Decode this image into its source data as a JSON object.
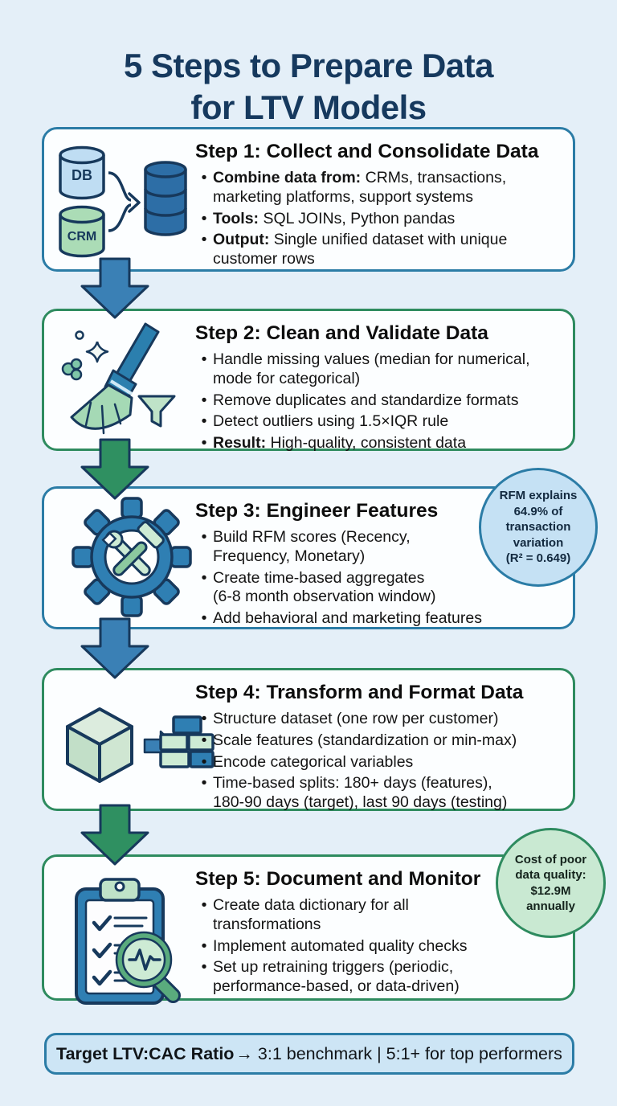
{
  "ui": {
    "bullet_char": "•"
  },
  "page": {
    "title": "5 Steps to Prepare Data\nfor LTV Models"
  },
  "colors": {
    "background": "#e4eff8",
    "box_fill": "#fcfeff",
    "blue_accent": "#2b7ca6",
    "green_accent": "#2e8b5f",
    "blue_arrow": "#3a80b5",
    "green_arrow": "#2f9061",
    "title_navy": "#16395e",
    "callout_blue_fill": "#c5e1f4",
    "callout_green_fill": "#c9e9d2",
    "footer_fill": "#cde5f5"
  },
  "steps": [
    {
      "title": "Step 1: Collect and Consolidate Data",
      "accent": "blue",
      "icon": "databases-merge",
      "icon_labels": {
        "db": "DB",
        "crm": "CRM"
      },
      "bullets": [
        {
          "bold": "Combine data from:",
          "rest": " CRMs, transactions,\nmarketing platforms, support systems"
        },
        {
          "bold": "Tools:",
          "rest": " SQL JOINs, Python pandas"
        },
        {
          "bold": "Output:",
          "rest": " Single unified dataset with unique\ncustomer rows"
        }
      ]
    },
    {
      "title": "Step 2: Clean and Validate Data",
      "accent": "green",
      "icon": "broom-clean",
      "bullets": [
        {
          "bold": "",
          "rest": "Handle missing values (median for numerical,\nmode for categorical)"
        },
        {
          "bold": "",
          "rest": "Remove duplicates and standardize formats"
        },
        {
          "bold": "",
          "rest": "Detect outliers using 1.5×IQR rule"
        },
        {
          "bold": "Result:",
          "rest": " High-quality, consistent data"
        }
      ]
    },
    {
      "title": "Step 3: Engineer Features",
      "accent": "blue",
      "icon": "gear-tools",
      "bullets": [
        {
          "bold": "",
          "rest": "Build RFM scores (Recency,\nFrequency, Monetary)"
        },
        {
          "bold": "",
          "rest": "Create time-based aggregates\n(6-8 month observation window)"
        },
        {
          "bold": "",
          "rest": "Add behavioral and marketing features"
        }
      ]
    },
    {
      "title": "Step 4: Transform and Format Data",
      "accent": "green",
      "icon": "cube-to-bricks",
      "bullets": [
        {
          "bold": "",
          "rest": "Structure dataset (one row per customer)"
        },
        {
          "bold": "",
          "rest": "Scale features (standardization or min-max)"
        },
        {
          "bold": "",
          "rest": "Encode categorical variables"
        },
        {
          "bold": "",
          "rest": "Time-based splits: 180+ days (features),\n180-90 days (target), last 90 days (testing)"
        }
      ]
    },
    {
      "title": "Step 5: Document and Monitor",
      "accent": "green",
      "icon": "clipboard-monitor",
      "bullets": [
        {
          "bold": "",
          "rest": "Create data dictionary for all\ntransformations"
        },
        {
          "bold": "",
          "rest": "Implement automated quality checks"
        },
        {
          "bold": "",
          "rest": "Set up retraining triggers (periodic,\nperformance-based, or data-driven)"
        }
      ]
    }
  ],
  "callouts": {
    "rfm": {
      "text": "RFM explains\n64.9% of\ntransaction\nvariation\n(R² = 0.649)"
    },
    "cost": {
      "text": "Cost of poor\ndata quality:\n$12.9M\nannually"
    }
  },
  "footer": {
    "bold": "Target LTV:CAC Ratio",
    "rest": " → 3:1 benchmark | 5:1+ for top performers"
  }
}
